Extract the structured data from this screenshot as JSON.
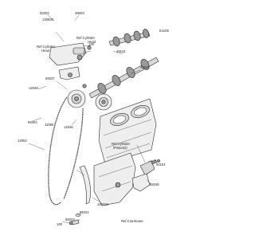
{
  "figure_code": "E1105",
  "callouts": {
    "c92002": "92002",
    "c49003": "49003",
    "c130626": "130626",
    "c130b": "130",
    "c49118": "49118",
    "c49119": "49119",
    "c12048a": "12048",
    "c92037": "92037",
    "c92002b": "92002",
    "c11060": "11060",
    "c12046": "12046",
    "c12052": "12052",
    "c92151": "92151",
    "c92046": "92046",
    "c120224": "120224",
    "c92022": "92022",
    "c92023": "92023",
    "c130c": "130"
  },
  "refs": {
    "cyl_head_top_1": "Ref.Cylinder",
    "cyl_head_top_2": "Head",
    "cyl_head_left_1": "Ref.Cylinder",
    "cyl_head_left_2": "Head",
    "cyl_piston_1": "Ref.Cylinder",
    "cyl_piston_2": "/Piston(s)",
    "crankcase": "Ref.Crankcase"
  },
  "colors": {
    "line": "#444444",
    "part_fill": "#d9d9d9",
    "part_dark": "#9a9a9a",
    "text": "#222222"
  }
}
